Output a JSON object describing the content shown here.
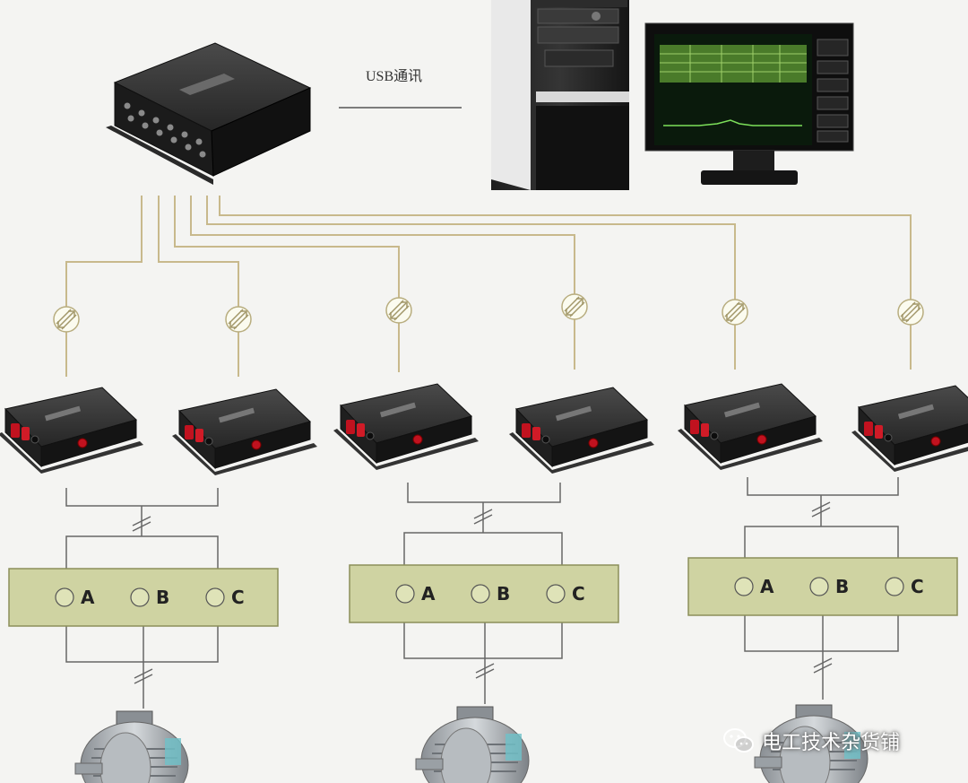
{
  "bus_label": "USB通讯",
  "phases": [
    "A",
    "B",
    "C"
  ],
  "watermark": {
    "text": "电工技术杂货铺",
    "icon": "wechat-icon"
  },
  "colors": {
    "signal_line": "#c8b98c",
    "panel_fill": "#cfd3a2",
    "panel_stroke": "#8b8f5a",
    "wire": "#555555",
    "device_body": "#2c2c2c",
    "terminal_red": "#c1121f",
    "screen_green": "#4a7b2a"
  }
}
